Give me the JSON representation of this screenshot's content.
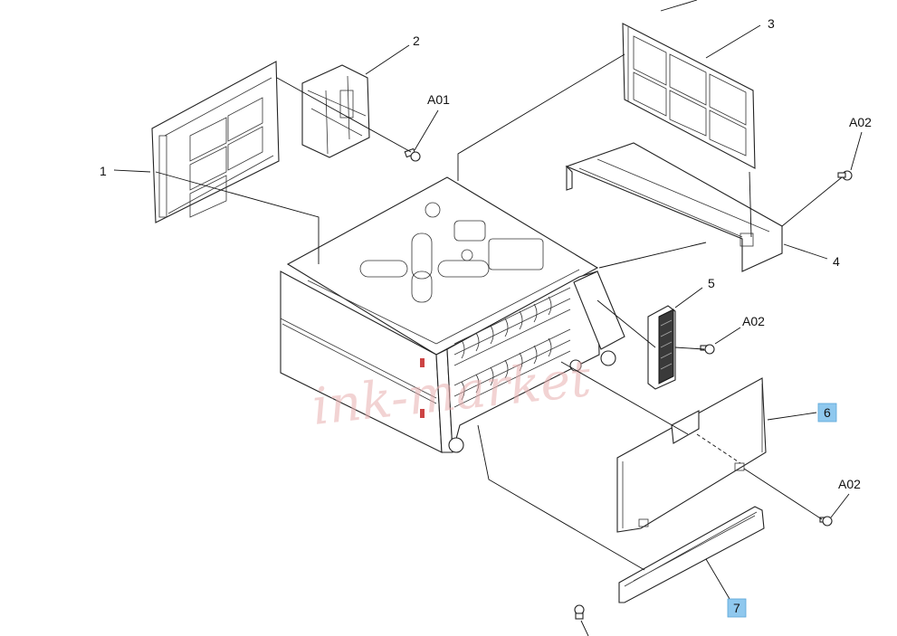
{
  "callouts": {
    "c1": "1",
    "c2": "2",
    "c3": "3",
    "c4": "4",
    "c5": "5",
    "c6": "6",
    "c7": "7",
    "a01": "A01",
    "a02_top": "A02",
    "a02_mid": "A02",
    "a02_bottom": "A02"
  },
  "highlighted_callouts": [
    "6",
    "7"
  ],
  "colors": {
    "highlight": "#8fc8ee",
    "watermark": "#e8b0b0",
    "panel_tint": "#cfe3f5",
    "panel_tint_warm": "#f4e2c4"
  },
  "watermark": {
    "text": "ink-market"
  }
}
